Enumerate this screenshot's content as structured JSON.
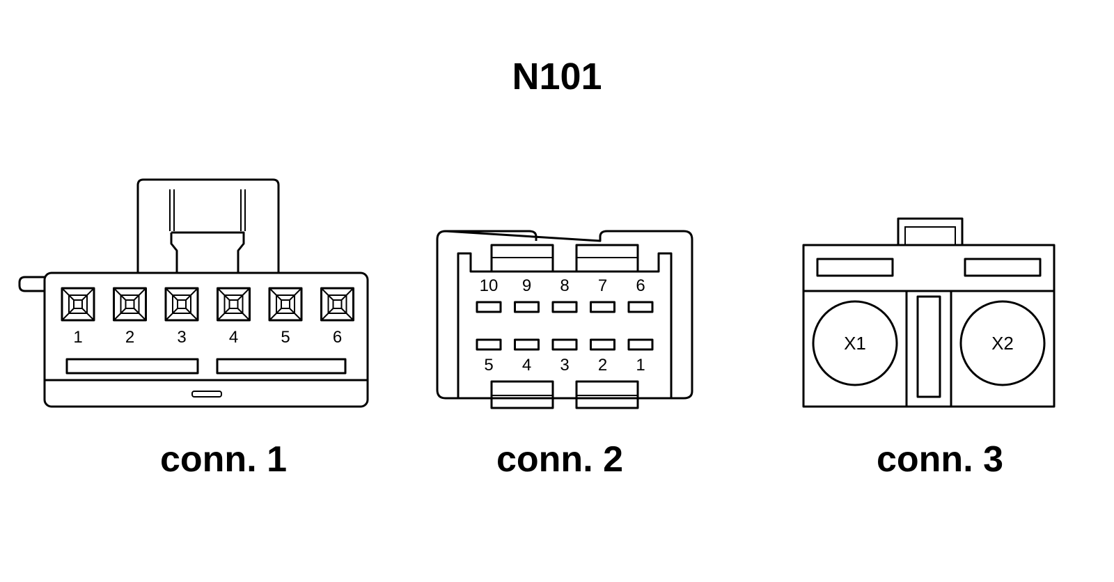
{
  "title": "N101",
  "connectors": [
    {
      "caption": "conn. 1",
      "pins": [
        "1",
        "2",
        "3",
        "4",
        "5",
        "6"
      ]
    },
    {
      "caption": "conn. 2",
      "top_pins": [
        "10",
        "9",
        "8",
        "7",
        "6"
      ],
      "bottom_pins": [
        "5",
        "4",
        "3",
        "2",
        "1"
      ]
    },
    {
      "caption": "conn. 3",
      "terminals": [
        "X1",
        "X2"
      ]
    }
  ]
}
